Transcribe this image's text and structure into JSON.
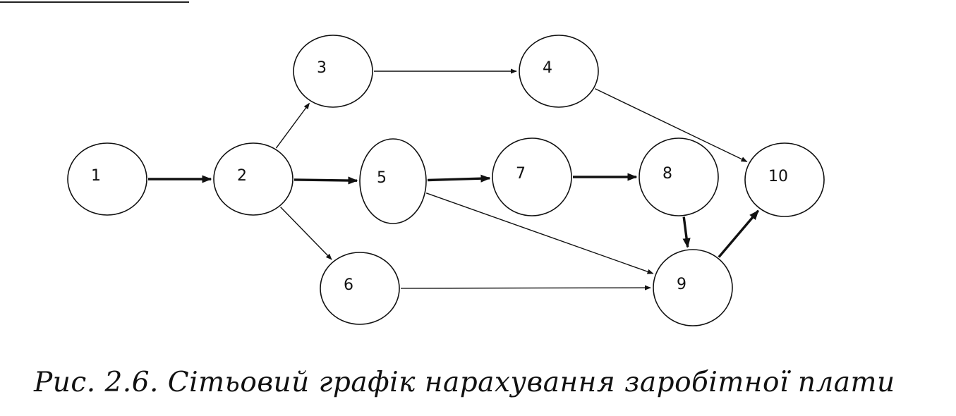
{
  "diagram": {
    "nodes": [
      {
        "id": "1",
        "label": "1"
      },
      {
        "id": "2",
        "label": "2"
      },
      {
        "id": "3",
        "label": "3"
      },
      {
        "id": "4",
        "label": "4"
      },
      {
        "id": "5",
        "label": "5"
      },
      {
        "id": "6",
        "label": "6"
      },
      {
        "id": "7",
        "label": "7"
      },
      {
        "id": "8",
        "label": "8"
      },
      {
        "id": "9",
        "label": "9"
      },
      {
        "id": "10",
        "label": "10"
      }
    ],
    "edges": [
      {
        "from": "1",
        "to": "2",
        "critical": true
      },
      {
        "from": "2",
        "to": "3",
        "critical": false
      },
      {
        "from": "2",
        "to": "5",
        "critical": true
      },
      {
        "from": "2",
        "to": "6",
        "critical": false
      },
      {
        "from": "3",
        "to": "4",
        "critical": false
      },
      {
        "from": "4",
        "to": "10",
        "critical": false
      },
      {
        "from": "5",
        "to": "7",
        "critical": true
      },
      {
        "from": "5",
        "to": "9",
        "critical": false
      },
      {
        "from": "7",
        "to": "8",
        "critical": true
      },
      {
        "from": "8",
        "to": "9",
        "critical": true
      },
      {
        "from": "6",
        "to": "9",
        "critical": false
      },
      {
        "from": "9",
        "to": "10",
        "critical": true
      }
    ]
  },
  "caption": "Рис. 2.6. Сітьовий графік нарахування заробітної плати"
}
